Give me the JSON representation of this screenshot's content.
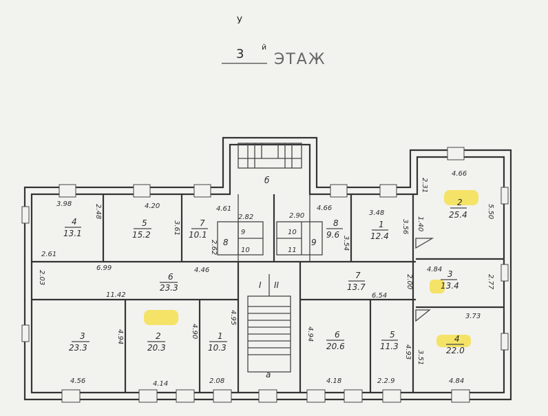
{
  "header": {
    "top_mark": "У",
    "floor_number": "3",
    "floor_suffix": "й",
    "floor_word": "ЭТАЖ"
  },
  "colors": {
    "highlight": "#f4e04d",
    "paper": "#f2f2ef",
    "ink": "#333333"
  },
  "labels": {
    "stair_top": "б",
    "stair_bottom": "а",
    "roman_1": "I",
    "roman_2": "II"
  },
  "rooms": [
    {
      "num": "4",
      "area": "13.1"
    },
    {
      "num": "5",
      "area": "15.2"
    },
    {
      "num": "7",
      "area": "10.1"
    },
    {
      "num": "8",
      "area": ""
    },
    {
      "num": "9",
      "area": ""
    },
    {
      "num": "10",
      "area": ""
    },
    {
      "num": "8",
      "area": "9.6"
    },
    {
      "num": "9",
      "area": ""
    },
    {
      "num": "10",
      "area": ""
    },
    {
      "num": "11",
      "area": ""
    },
    {
      "num": "1",
      "area": "12.4"
    },
    {
      "num": "2",
      "area": "25.4"
    },
    {
      "num": "6",
      "area": "23.3"
    },
    {
      "num": "7",
      "area": "13.7"
    },
    {
      "num": "3",
      "area": "13.4"
    },
    {
      "num": "3",
      "area": "23.3"
    },
    {
      "num": "2",
      "area": "20.3"
    },
    {
      "num": "1",
      "area": "10.3"
    },
    {
      "num": "6",
      "area": "20.6"
    },
    {
      "num": "5",
      "area": "11.3"
    },
    {
      "num": "4",
      "area": "22.0"
    }
  ],
  "dimensions": [
    "3.98",
    "2.48",
    "4.20",
    "3.61",
    "4.61",
    "2.62",
    "2.82",
    "2.90",
    "4.66",
    "3.48",
    "3.54",
    "3.56",
    "1.40",
    "4.66",
    "2.31",
    "5.50",
    "2.61",
    "6.99",
    "4.46",
    "2.03",
    "11.42",
    "6.54",
    "2.00",
    "4.84",
    "2.77",
    "3.73",
    "4.94",
    "4.90",
    "4.95",
    "4.94",
    "4.93",
    "3.51",
    "4.56",
    "4.14",
    "2.08",
    "4.18",
    "2.2.9",
    "4.84"
  ]
}
